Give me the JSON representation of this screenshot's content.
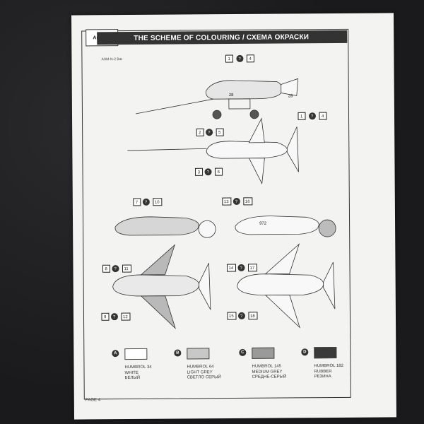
{
  "header": {
    "title": "THE SCHEME OF COLOURING / СХЕМА ОКРАСКИ",
    "logo": "Amodel"
  },
  "model_label": "ASM-N-2 Bat",
  "callouts": {
    "top_a": [
      "1",
      "4"
    ],
    "top_b": [
      "1",
      "4"
    ],
    "mid_a": [
      "2",
      "5"
    ],
    "mid_b": [
      "3",
      "6"
    ],
    "left_top": [
      "7",
      "10"
    ],
    "right_top": [
      "13",
      "16"
    ],
    "left_mid": [
      "8",
      "11"
    ],
    "left_bot": [
      "9",
      "12"
    ],
    "right_mid": [
      "14",
      "17"
    ],
    "right_bot": [
      "15",
      "18"
    ]
  },
  "markings": {
    "m1": "28",
    "m2": "28",
    "m3": "972"
  },
  "legend": [
    {
      "letter": "A",
      "color": "#ffffff",
      "line1": "HUMBROL 34",
      "line2": "WHITE",
      "line3": "БЕЛЫЙ"
    },
    {
      "letter": "B",
      "color": "#c8c8c8",
      "line1": "HUMBROL 64",
      "line2": "LIGHT GREY",
      "line3": "СВЕТЛО СЕРЫЙ"
    },
    {
      "letter": "C",
      "color": "#9a9a9a",
      "line1": "HUMBROL 145",
      "line2": "MEDIUM GREY",
      "line3": "СРЕДНЕ-СЕРЫЙ"
    },
    {
      "letter": "D",
      "color": "#3a3a3a",
      "line1": "HUMBROL 182",
      "line2": "RUBBER",
      "line3": "РЕЗИНА"
    }
  ],
  "page": "PAGE 4"
}
